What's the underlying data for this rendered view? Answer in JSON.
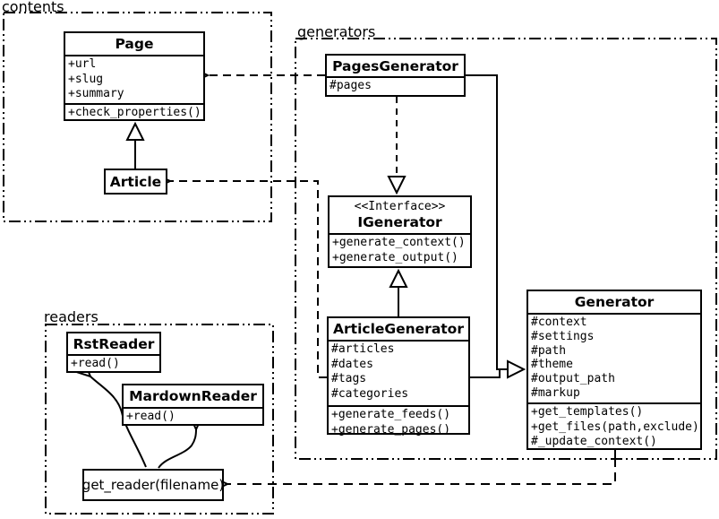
{
  "packages": {
    "contents": {
      "label": "contents"
    },
    "generators": {
      "label": "generators"
    },
    "readers": {
      "label": "readers"
    }
  },
  "classes": {
    "page": {
      "name": "Page",
      "attributes": [
        "+url",
        "+slug",
        "+summary"
      ],
      "methods": [
        "+check_properties()"
      ]
    },
    "article": {
      "name": "Article"
    },
    "pages_generator": {
      "name": "PagesGenerator",
      "attributes": [
        "#pages"
      ]
    },
    "igenerator": {
      "stereotype": "<<Interface>>",
      "name": "IGenerator",
      "methods": [
        "+generate_context()",
        "+generate_output()"
      ]
    },
    "article_generator": {
      "name": "ArticleGenerator",
      "attributes": [
        "#articles",
        "#dates",
        "#tags",
        "#categories"
      ],
      "methods": [
        "+generate_feeds()",
        "+generate_pages()"
      ]
    },
    "generator": {
      "name": "Generator",
      "attributes": [
        "#context",
        "#settings",
        "#path",
        "#theme",
        "#output_path",
        "#markup"
      ],
      "methods": [
        "+get_templates()",
        "+get_files(path,exclude)",
        "#_update_context()"
      ]
    },
    "rst_reader": {
      "name": "RstReader",
      "methods": [
        "+read()"
      ]
    },
    "mardown_reader": {
      "name": "MardownReader",
      "methods": [
        "+read()"
      ]
    },
    "get_reader": {
      "label": "get_reader(filename)"
    }
  },
  "relationships": [
    {
      "type": "inheritance",
      "from": "Article",
      "to": "Page"
    },
    {
      "type": "dependency",
      "from": "PagesGenerator",
      "to": "Page"
    },
    {
      "type": "dependency",
      "from": "ArticleGenerator",
      "to": "Article"
    },
    {
      "type": "realization",
      "from": "PagesGenerator",
      "to": "IGenerator"
    },
    {
      "type": "realization",
      "from": "ArticleGenerator",
      "to": "IGenerator"
    },
    {
      "type": "inheritance",
      "from": "PagesGenerator",
      "to": "Generator"
    },
    {
      "type": "inheritance",
      "from": "ArticleGenerator",
      "to": "Generator"
    },
    {
      "type": "dependency",
      "from": "Generator",
      "to": "get_reader(filename)"
    },
    {
      "type": "call",
      "from": "get_reader(filename)",
      "to": "RstReader"
    },
    {
      "type": "call",
      "from": "get_reader(filename)",
      "to": "MardownReader"
    }
  ],
  "colors": {
    "line": "#000000",
    "background": "#ffffff",
    "box_fill": "#ffffff"
  }
}
